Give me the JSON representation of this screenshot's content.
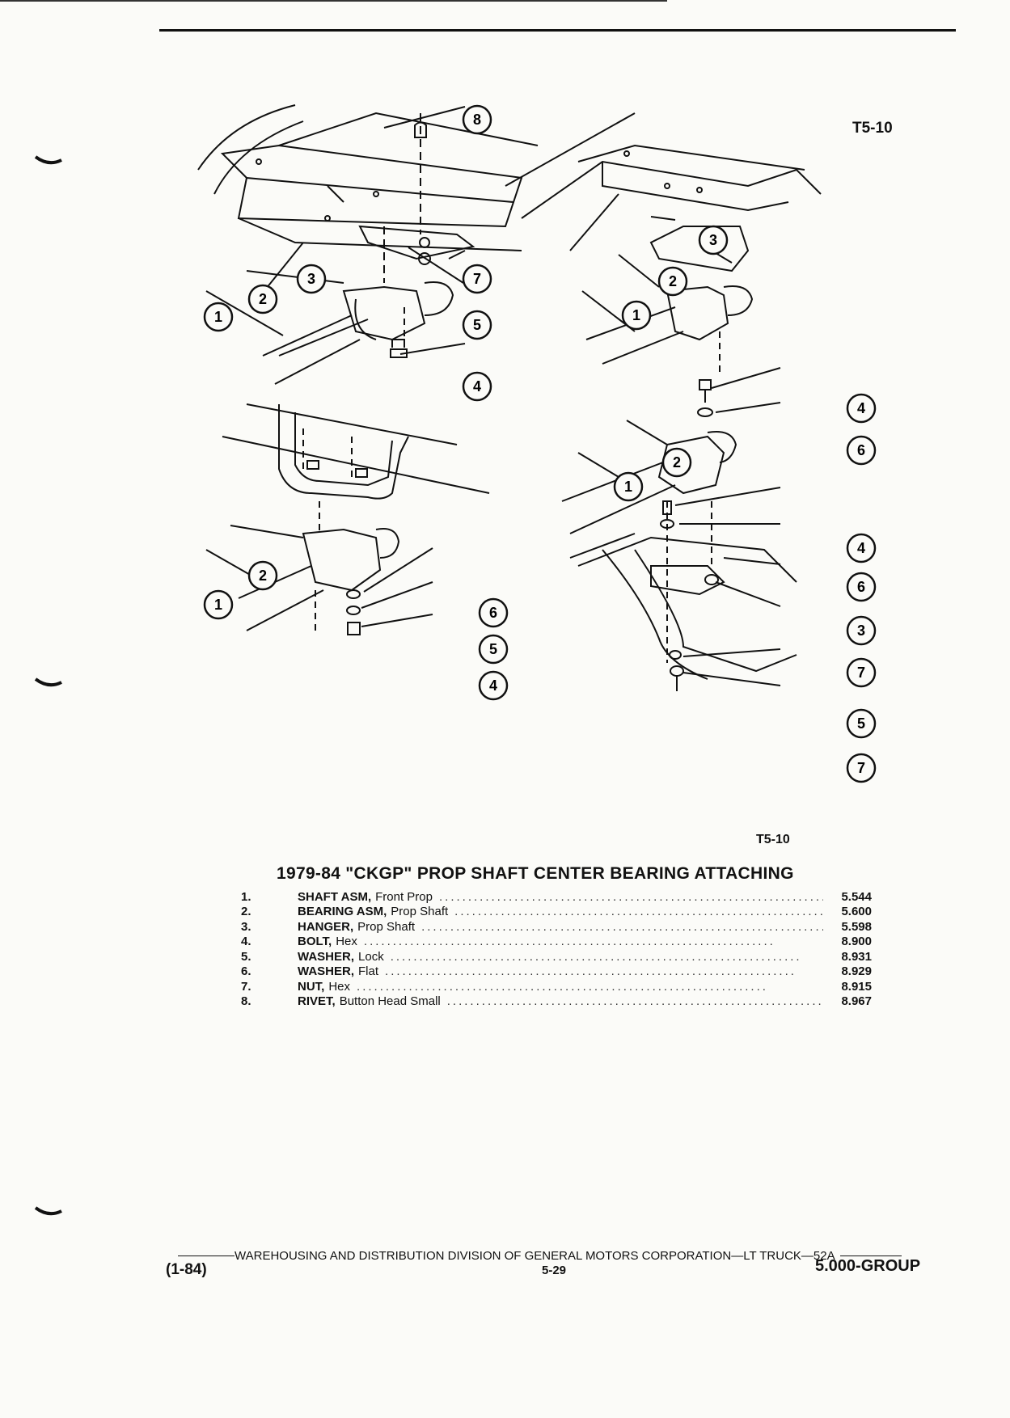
{
  "figure_label_top": "T5-10",
  "figure_label_bottom": "T5-10",
  "callouts": [
    "1",
    "2",
    "3",
    "4",
    "5",
    "6",
    "7",
    "8"
  ],
  "title": "1979-84 \"CKGP\" PROP SHAFT CENTER BEARING ATTACHING",
  "parts": [
    {
      "num": "1.",
      "name": "SHAFT ASM,",
      "desc": "Front Prop",
      "code": "5.544"
    },
    {
      "num": "2.",
      "name": "BEARING ASM,",
      "desc": "Prop Shaft",
      "code": "5.600"
    },
    {
      "num": "3.",
      "name": "HANGER,",
      "desc": "Prop Shaft",
      "code": "5.598"
    },
    {
      "num": "4.",
      "name": "BOLT,",
      "desc": "Hex",
      "code": "8.900"
    },
    {
      "num": "5.",
      "name": "WASHER,",
      "desc": "Lock",
      "code": "8.931"
    },
    {
      "num": "6.",
      "name": "WASHER,",
      "desc": "Flat",
      "code": "8.929"
    },
    {
      "num": "7.",
      "name": "NUT,",
      "desc": "Hex",
      "code": "8.915"
    },
    {
      "num": "8.",
      "name": "RIVET,",
      "desc": "Button Head Small",
      "code": "8.967"
    }
  ],
  "footer": {
    "division": "WAREHOUSING AND DISTRIBUTION  DIVISION OF GENERAL MOTORS CORPORATION—LT TRUCK—52A",
    "date": "(1-84)",
    "page": "5-29",
    "group": "5.000-GROUP"
  }
}
